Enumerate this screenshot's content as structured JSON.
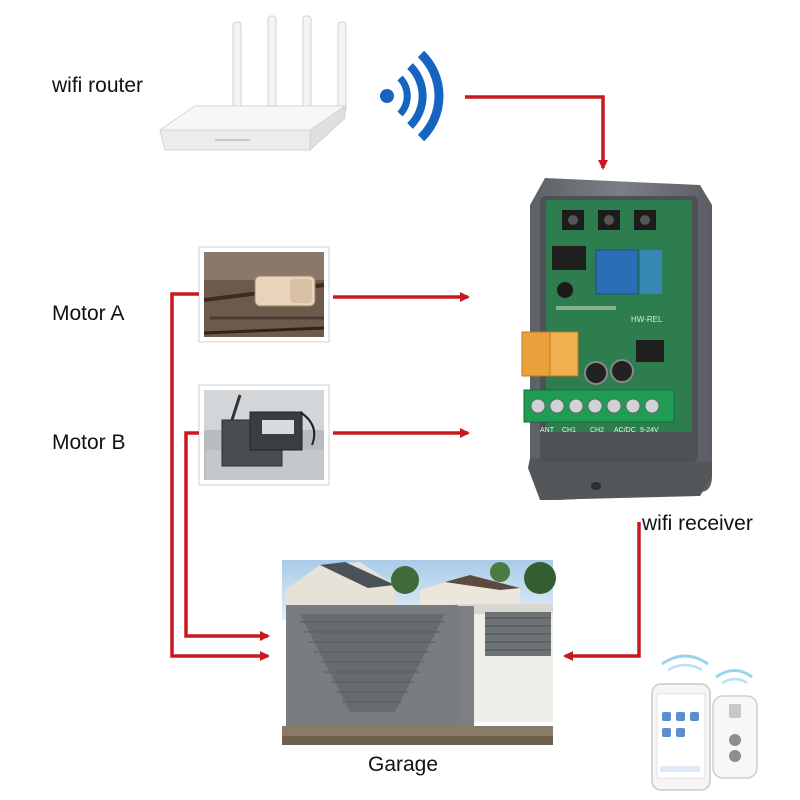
{
  "labels": {
    "router": "wifi router",
    "motor_a": "Motor A",
    "motor_b": "Motor B",
    "receiver": "wifi receiver",
    "garage": "Garage"
  },
  "receiver_board": {
    "terminal_labels": [
      "ANT",
      "CH1",
      "CH2",
      "AC/DC",
      "9-24V"
    ],
    "module_text": "HW-REL"
  },
  "colors": {
    "arrow": "#c8191e",
    "wifi_signal": "#1565c0",
    "receiver_case": "#6f7378",
    "pcb": "#2e7d4f",
    "terminal_block": "#1f9d55",
    "relay": "#e9a23b",
    "gate": "#7a7d80"
  },
  "icons": {
    "router": "router-icon",
    "wifi": "wifi-signal-icon",
    "phone": "phone-app-icon",
    "remote": "remote-control-icon"
  }
}
